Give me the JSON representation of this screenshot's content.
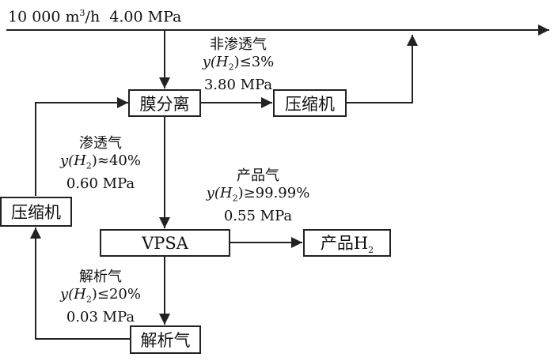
{
  "feed": {
    "flow_pre": "10 000 m",
    "flow_sup": "3",
    "flow_post": "/h  4.00 MPa"
  },
  "nodes": {
    "membrane": "膜分离",
    "compressor_top": "压缩机",
    "compressor_left": "压缩机",
    "vpsa": "VPSA",
    "product_pre": "产品H",
    "product_sub": "2",
    "desorb": "解析气"
  },
  "streams": {
    "nonpermeate": {
      "title": "非渗透气",
      "c_pre": "y(H",
      "c_sub": "2",
      "c_post": ")≤3%",
      "pressure": "3.80 MPa"
    },
    "permeate": {
      "title": "渗透气",
      "c_pre": "y(H",
      "c_sub": "2",
      "c_post": ")≈40%",
      "pressure": "0.60 MPa"
    },
    "product": {
      "title": "产品气",
      "c_pre": "y(H",
      "c_sub": "2",
      "c_post": ")≥99.99%",
      "pressure": "0.55 MPa"
    },
    "desorb": {
      "title": "解析气",
      "c_pre": "y(H",
      "c_sub": "2",
      "c_post": ")≤20%",
      "pressure": "0.03 MPa"
    }
  }
}
